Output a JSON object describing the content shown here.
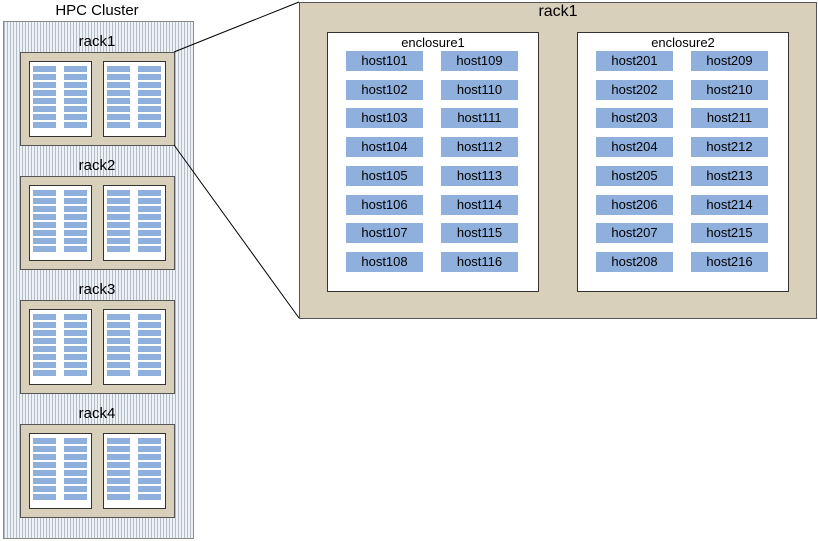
{
  "cluster": {
    "title": "HPC Cluster"
  },
  "racks": [
    {
      "label": "rack1"
    },
    {
      "label": "rack2"
    },
    {
      "label": "rack3"
    },
    {
      "label": "rack4"
    }
  ],
  "detail": {
    "rack_title": "rack1",
    "enclosures": [
      {
        "title": "enclosure1",
        "hosts": [
          "host101",
          "host102",
          "host103",
          "host104",
          "host105",
          "host106",
          "host107",
          "host108",
          "host109",
          "host110",
          "host111",
          "host112",
          "host113",
          "host114",
          "host115",
          "host116"
        ]
      },
      {
        "title": "enclosure2",
        "hosts": [
          "host201",
          "host202",
          "host203",
          "host204",
          "host205",
          "host206",
          "host207",
          "host208",
          "host209",
          "host210",
          "host211",
          "host212",
          "host213",
          "host214",
          "host215",
          "host216"
        ]
      }
    ]
  },
  "colors": {
    "host_fill": "#8fb0dd",
    "rack_fill": "#d9d0bc",
    "enclosure_fill": "#ffffff"
  }
}
